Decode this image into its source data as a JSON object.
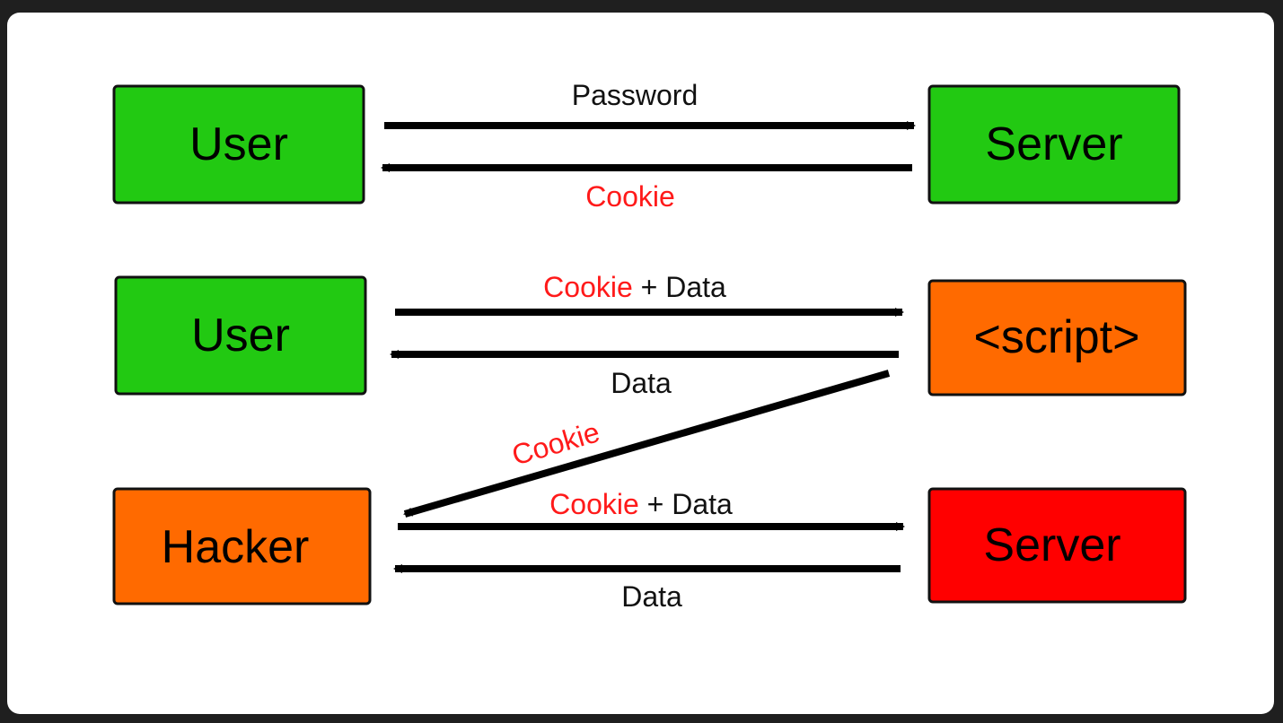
{
  "colors": {
    "safe": "#22c912",
    "compromised": "#ff6a00",
    "malicious": "#ff0000",
    "sensitive_text": "#ff1a1a",
    "plain_text": "#111111",
    "arrow": "#000000"
  },
  "rows": {
    "normal": {
      "client": "User",
      "server": "Server",
      "request_label": "Password",
      "response_label": "Cookie"
    },
    "xss": {
      "client": "User",
      "script": "<script>",
      "request_cookie": "Cookie",
      "request_rest": " + Data",
      "response_label": "Data",
      "leak_label": "Cookie"
    },
    "attack": {
      "client": "Hacker",
      "server": "Server",
      "request_cookie": "Cookie",
      "request_rest": " + Data",
      "response_label": "Data"
    }
  }
}
